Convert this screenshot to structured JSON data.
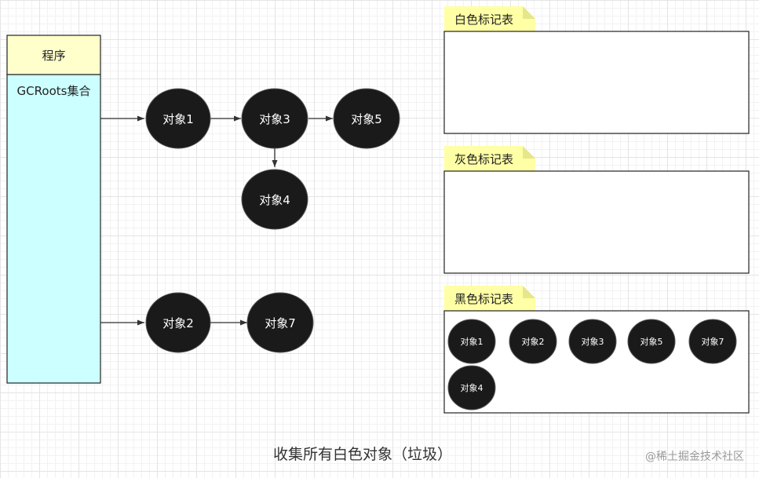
{
  "program": {
    "header": "程序",
    "collection_label": "GCRoots集合"
  },
  "objects": {
    "o1": "对象1",
    "o2": "对象2",
    "o3": "对象3",
    "o4": "对象4",
    "o5": "对象5",
    "o7": "对象7"
  },
  "tables": {
    "white": {
      "title": "白色标记表",
      "items": []
    },
    "gray": {
      "title": "灰色标记表",
      "items": []
    },
    "black": {
      "title": "黑色标记表",
      "items": [
        "对象1",
        "对象2",
        "对象3",
        "对象5",
        "对象7",
        "对象4"
      ]
    }
  },
  "caption": "收集所有白色对象（垃圾）",
  "watermark": "@稀土掘金技术社区",
  "colors": {
    "note_fill": "#ffffa6",
    "program_body": "#ccffff",
    "object_fill": "#1a1a1a"
  }
}
